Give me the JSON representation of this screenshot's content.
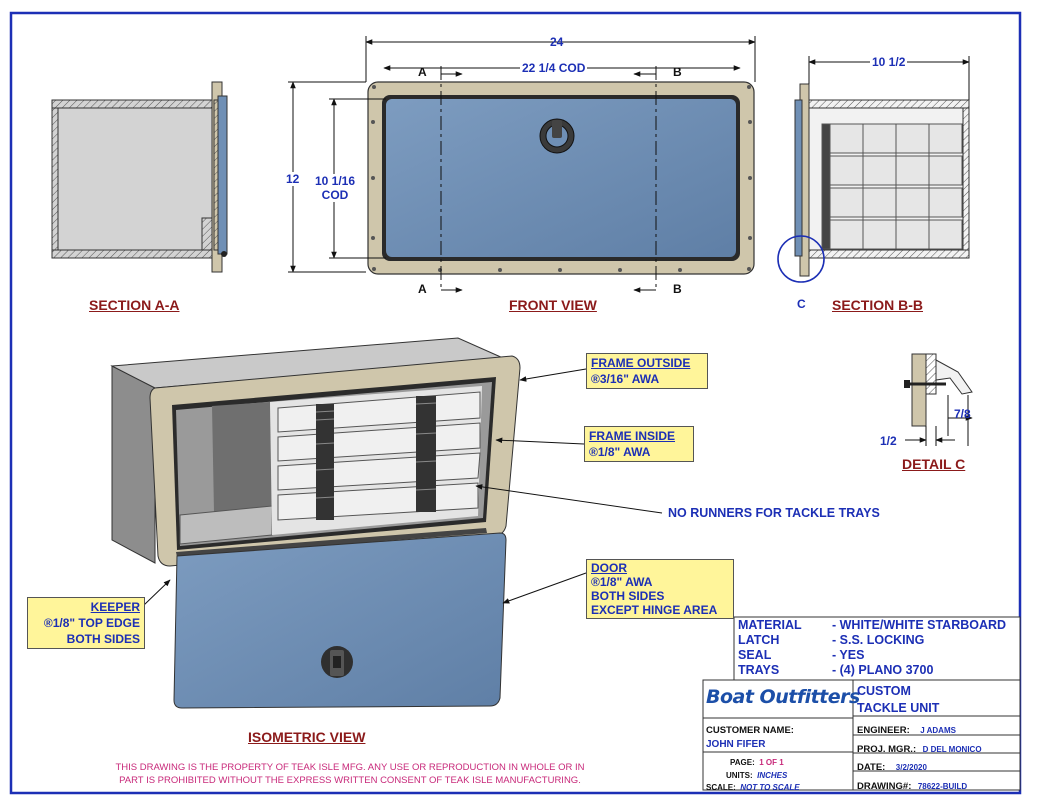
{
  "views": {
    "section_a_title": "SECTION A-A",
    "front_title": "FRONT VIEW",
    "section_b_title": "SECTION B-B",
    "section_b_marker": "C",
    "detail_title": "DETAIL  C",
    "isometric_title": "ISOMETRIC VIEW"
  },
  "dimensions": {
    "overall_width": "24",
    "cutout_width": "22 1/4 COD",
    "overall_height": "12",
    "cutout_height_value": "10 1/16",
    "cutout_height_unit": "COD",
    "depth": "10 1/2",
    "cut_a": "A",
    "cut_b": "B",
    "detail_right": "7/8",
    "detail_left": "1/2"
  },
  "callouts": {
    "frame_outside_title": "FRAME OUTSIDE",
    "frame_outside_spec": "®3/16\" AWA",
    "frame_inside_title": "FRAME INSIDE",
    "frame_inside_spec": "®1/8\" AWA",
    "runners_note": "NO RUNNERS FOR TACKLE TRAYS",
    "door_title": "DOOR",
    "door_spec": "®1/8\" AWA",
    "door_line2": "BOTH SIDES",
    "door_line3": "EXCEPT HINGE AREA",
    "keeper_title": "KEEPER",
    "keeper_spec": "®1/8\" TOP EDGE",
    "keeper_line2": "BOTH SIDES"
  },
  "specs": {
    "material_label": "MATERIAL",
    "material_value": "- WHITE/WHITE STARBOARD",
    "latch_label": "LATCH",
    "latch_value": "- S.S. LOCKING",
    "seal_label": "SEAL",
    "seal_value": "- YES",
    "trays_label": "TRAYS",
    "trays_value": "- (4) PLANO 3700"
  },
  "title_block": {
    "logo": "Boat Outfitters",
    "project_line1": "CUSTOM",
    "project_line2": "TACKLE UNIT",
    "engineer_label": "ENGINEER:",
    "engineer_value": "J ADAMS",
    "customer_label": "CUSTOMER NAME:",
    "customer_value": "JOHN FIFER",
    "proj_mgr_label": "PROJ. MGR.:",
    "proj_mgr_value": "D DEL MONICO",
    "page_label": "PAGE:",
    "page_value": "1 OF 1",
    "units_label": "UNITS:",
    "units_value": "INCHES",
    "scale_label": "SCALE:",
    "scale_value": "NOT TO SCALE",
    "date_label": "DATE:",
    "date_value": "3/2/2020",
    "drawing_label": "DRAWING#:",
    "drawing_value": "78622-BUILD"
  },
  "proprietary": {
    "line1": "THIS DRAWING IS THE PROPERTY OF TEAK ISLE MFG.  ANY USE OR REPRODUCTION IN WHOLE OR IN",
    "line2": "PART IS PROHIBITED WITHOUT THE EXPRESS WRITTEN CONSENT OF TEAK ISLE MANUFACTURING."
  },
  "colors": {
    "border": "#1c2fb5",
    "dimension_text": "#1c2fb5",
    "view_title": "#8b1a1a",
    "callout_fill": "#fff59a",
    "door_blue": "#6f8fb5",
    "frame_tan": "#cfc6ab",
    "proprietary_text": "#c8297a"
  }
}
